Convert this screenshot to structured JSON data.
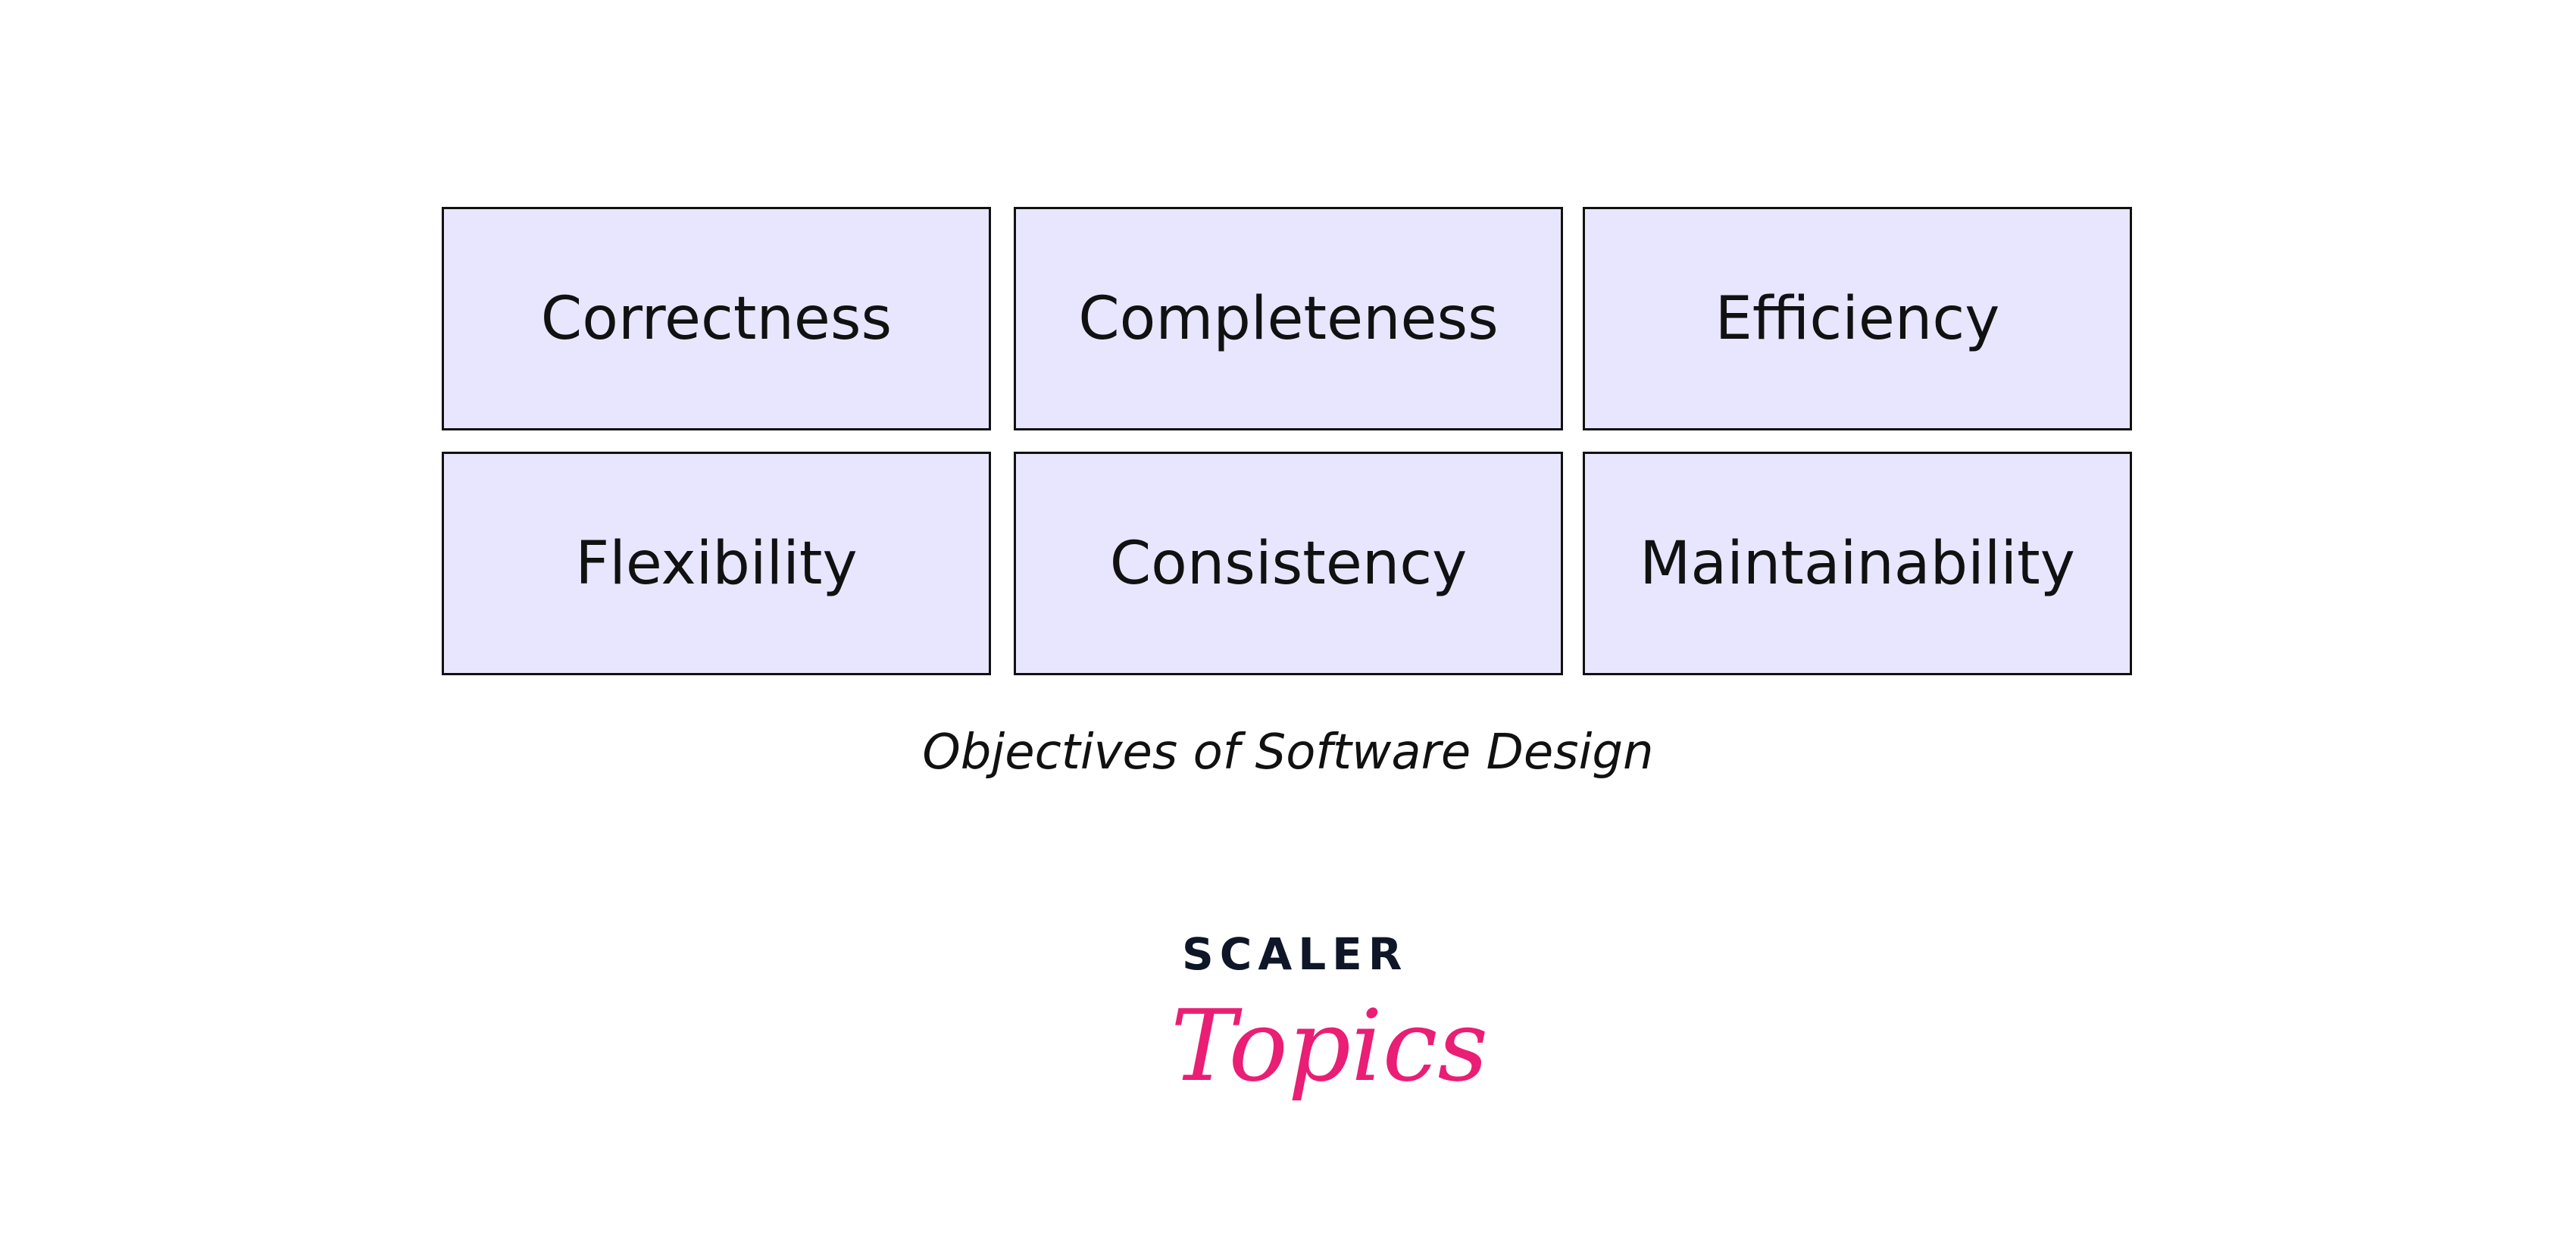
{
  "objectives": [
    "Correctness",
    "Completeness",
    "Efficiency",
    "Flexibility",
    "Consistency",
    "Maintainability"
  ],
  "caption": "Objectives of Software Design",
  "logo": {
    "top": "SCALER",
    "bottom": "Topics"
  },
  "colors": {
    "box_fill": "#e8e6fe",
    "box_border": "#111111",
    "logo_dark": "#0e1628",
    "logo_pink": "#e91e74"
  }
}
